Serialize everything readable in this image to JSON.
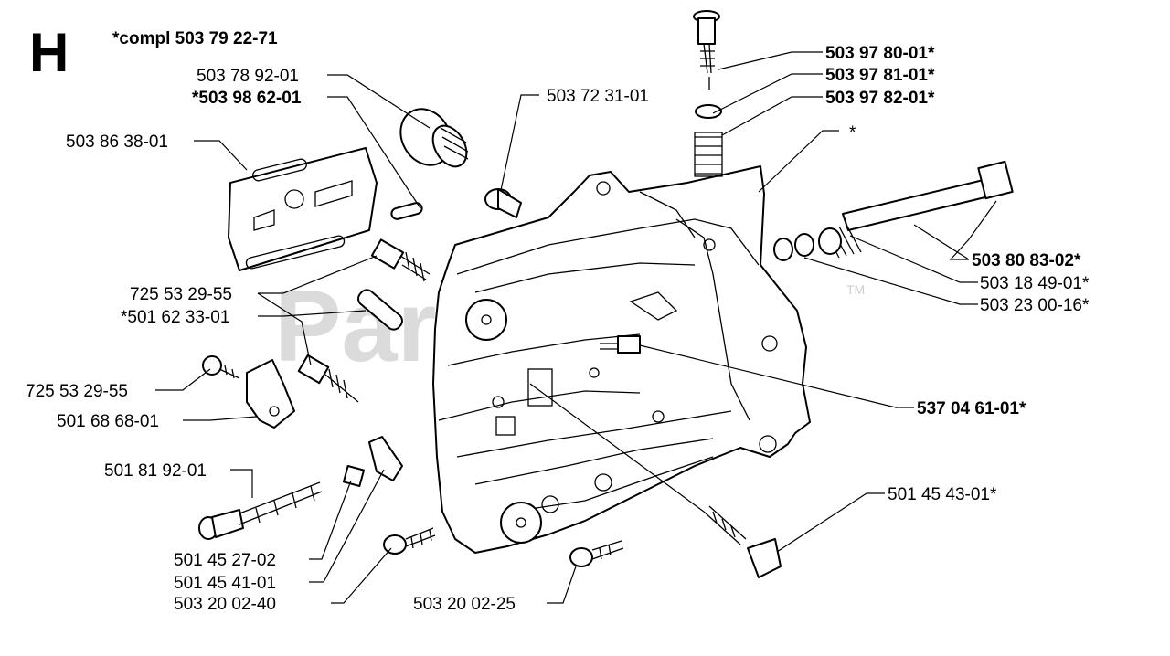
{
  "section_letter": "H",
  "kit_note": "*compl 503 79 22-71",
  "watermark": "PartsTree",
  "watermark_tm": "TM",
  "callouts": [
    {
      "id": "c1",
      "text": "503 78 92-01",
      "bold": false
    },
    {
      "id": "c2",
      "text": "*503 98 62-01",
      "bold": true
    },
    {
      "id": "c3",
      "text": "503 72 31-01",
      "bold": false
    },
    {
      "id": "c4",
      "text": "503 86 38-01",
      "bold": false
    },
    {
      "id": "c5",
      "text": "503 97 80-01*",
      "bold": true
    },
    {
      "id": "c6",
      "text": "503 97 81-01*",
      "bold": true
    },
    {
      "id": "c7",
      "text": "503 97 82-01*",
      "bold": true
    },
    {
      "id": "c8",
      "text": "*",
      "bold": false
    },
    {
      "id": "c9",
      "text": "503 80 83-02*",
      "bold": true
    },
    {
      "id": "c10",
      "text": "503 18 49-01*",
      "bold": false
    },
    {
      "id": "c11",
      "text": "503 23 00-16*",
      "bold": false
    },
    {
      "id": "c12",
      "text": "725 53 29-55",
      "bold": false
    },
    {
      "id": "c13",
      "text": "*501 62 33-01",
      "bold": false
    },
    {
      "id": "c14",
      "text": "537 04 61-01*",
      "bold": true
    },
    {
      "id": "c15",
      "text": "725 53 29-55",
      "bold": false
    },
    {
      "id": "c16",
      "text": "501 68 68-01",
      "bold": false
    },
    {
      "id": "c17",
      "text": "501 81 92-01",
      "bold": false
    },
    {
      "id": "c18",
      "text": "501 45 43-01*",
      "bold": false
    },
    {
      "id": "c19",
      "text": "501 45 27-02",
      "bold": false
    },
    {
      "id": "c20",
      "text": "501 45 41-01",
      "bold": false
    },
    {
      "id": "c21",
      "text": "503 20 02-40",
      "bold": false
    },
    {
      "id": "c22",
      "text": "503 20 02-25",
      "bold": false
    }
  ]
}
